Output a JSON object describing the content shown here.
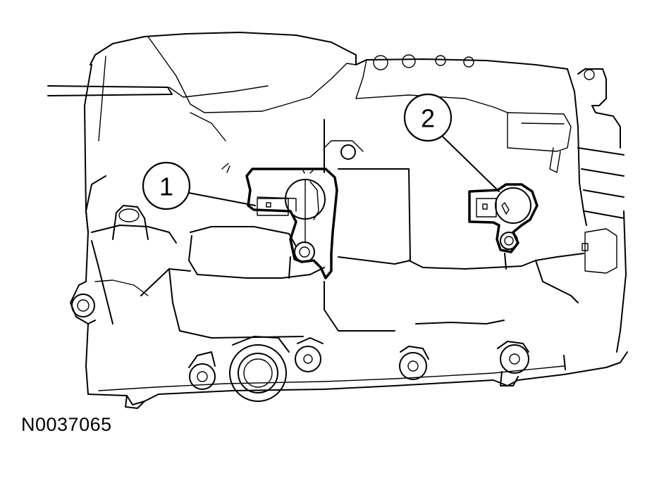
{
  "figure": {
    "id_label": "N0037065"
  },
  "callouts": [
    {
      "number": "1"
    },
    {
      "number": "2"
    }
  ],
  "colors": {
    "line": "#000000",
    "background": "#ffffff"
  }
}
